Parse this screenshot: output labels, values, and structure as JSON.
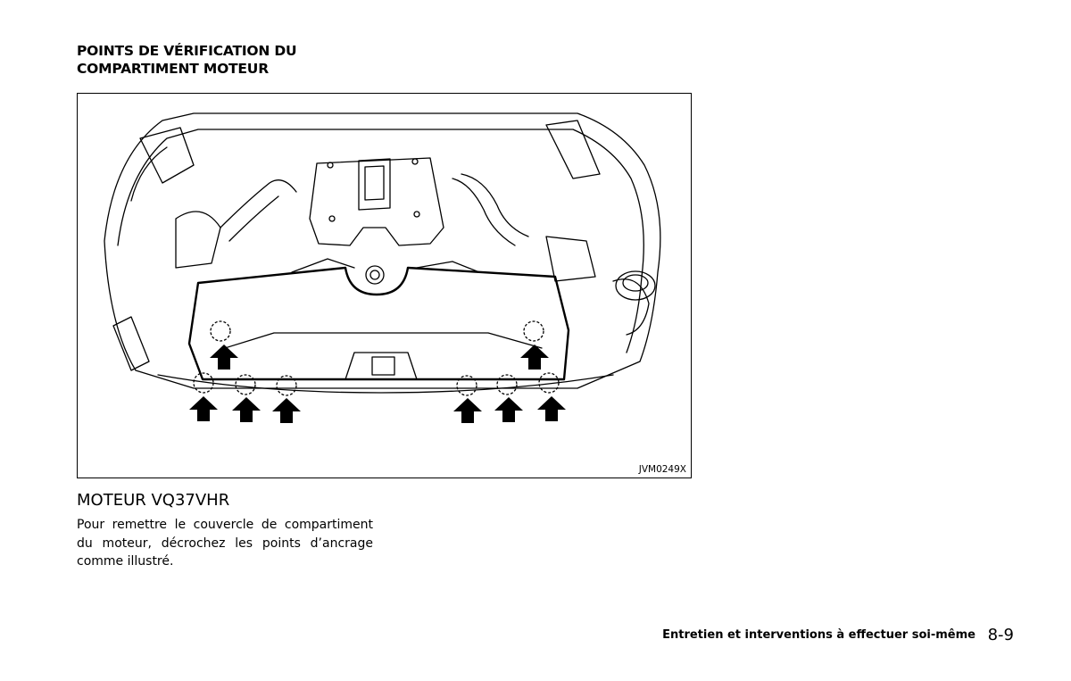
{
  "header": {
    "title_line1": "POINTS DE VÉRIFICATION DU",
    "title_line2": "COMPARTIMENT MOTEUR"
  },
  "figure": {
    "code": "JVM0249X",
    "arrow_count": 8
  },
  "section": {
    "heading": "MOTEUR VQ37VHR",
    "paragraph": "Pour remettre le couvercle de comparti­ment du moteur, décrochez les points d’ancrage comme illustré."
  },
  "footer": {
    "chapter": "Entretien et interventions à effectuer soi-même",
    "page": "8-9"
  }
}
